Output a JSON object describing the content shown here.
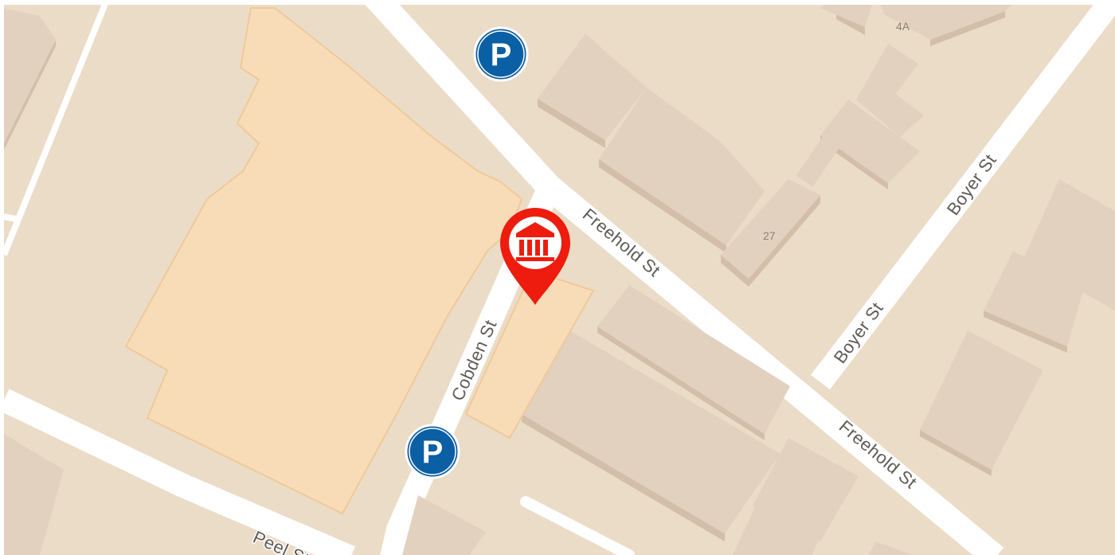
{
  "map": {
    "colors": {
      "land": "#ebdcc7",
      "road": "#ffffff",
      "building": "#e2d1bf",
      "building_side": "#d3bfa9",
      "highlight": "#f8dcb8",
      "highlight_edge": "#efc999",
      "parking": "#0b5fa5",
      "marker": "#ee1c0e",
      "label": "#5f5a55"
    },
    "streets": [
      {
        "id": "freehold-st-upper",
        "label": "Freehold St"
      },
      {
        "id": "freehold-st-lower",
        "label": "Freehold St"
      },
      {
        "id": "cobden-st",
        "label": "Cobden St"
      },
      {
        "id": "boyer-st-upper",
        "label": "Boyer St"
      },
      {
        "id": "boyer-st-lower",
        "label": "Boyer St"
      },
      {
        "id": "peel-st",
        "label": "Peel St"
      }
    ],
    "address_numbers": [
      {
        "id": "number-4a",
        "label": "4A"
      },
      {
        "id": "number-27",
        "label": "27"
      }
    ],
    "pois": [
      {
        "id": "parking-north",
        "icon": "parking-icon",
        "label": "P"
      },
      {
        "id": "parking-south",
        "icon": "parking-icon",
        "label": "P"
      },
      {
        "id": "museum-marker",
        "icon": "museum-icon"
      }
    ]
  }
}
